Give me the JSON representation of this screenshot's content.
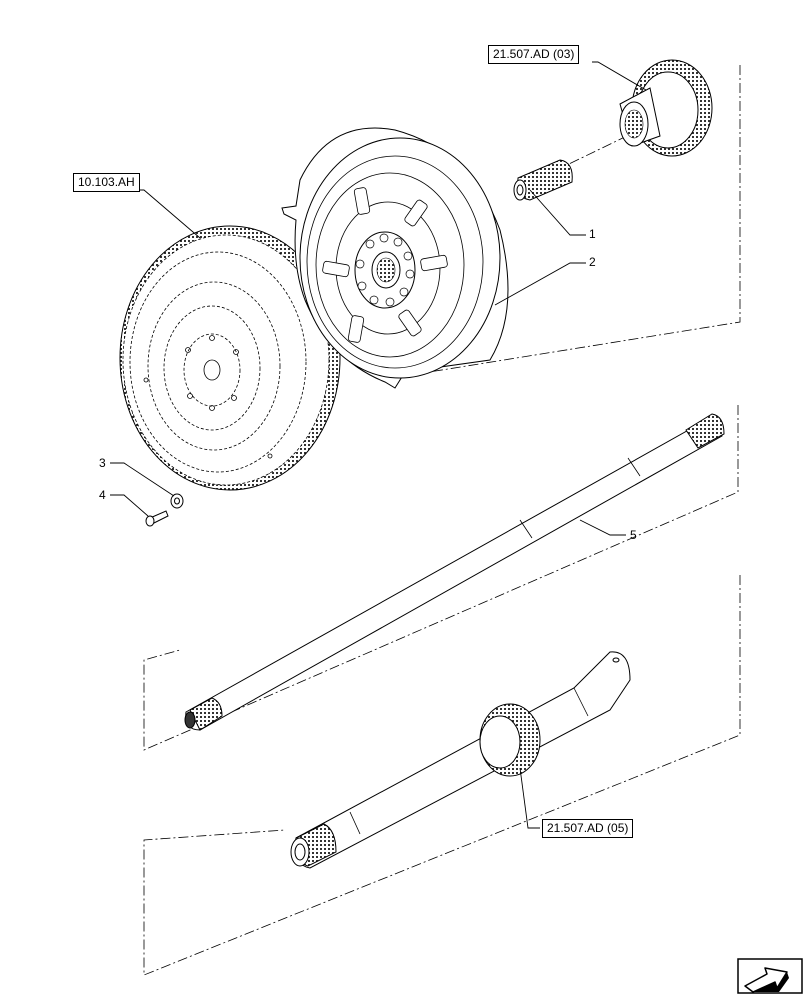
{
  "references": {
    "ref_top_right": "21.507.AD (03)",
    "ref_left": "10.103.AH",
    "ref_bottom": "21.507.AD (05)"
  },
  "callouts": {
    "c1": "1",
    "c2": "2",
    "c3": "3",
    "c4": "4",
    "c5": "5"
  },
  "icons": {
    "navigation": "next-page-arrow-icon"
  }
}
